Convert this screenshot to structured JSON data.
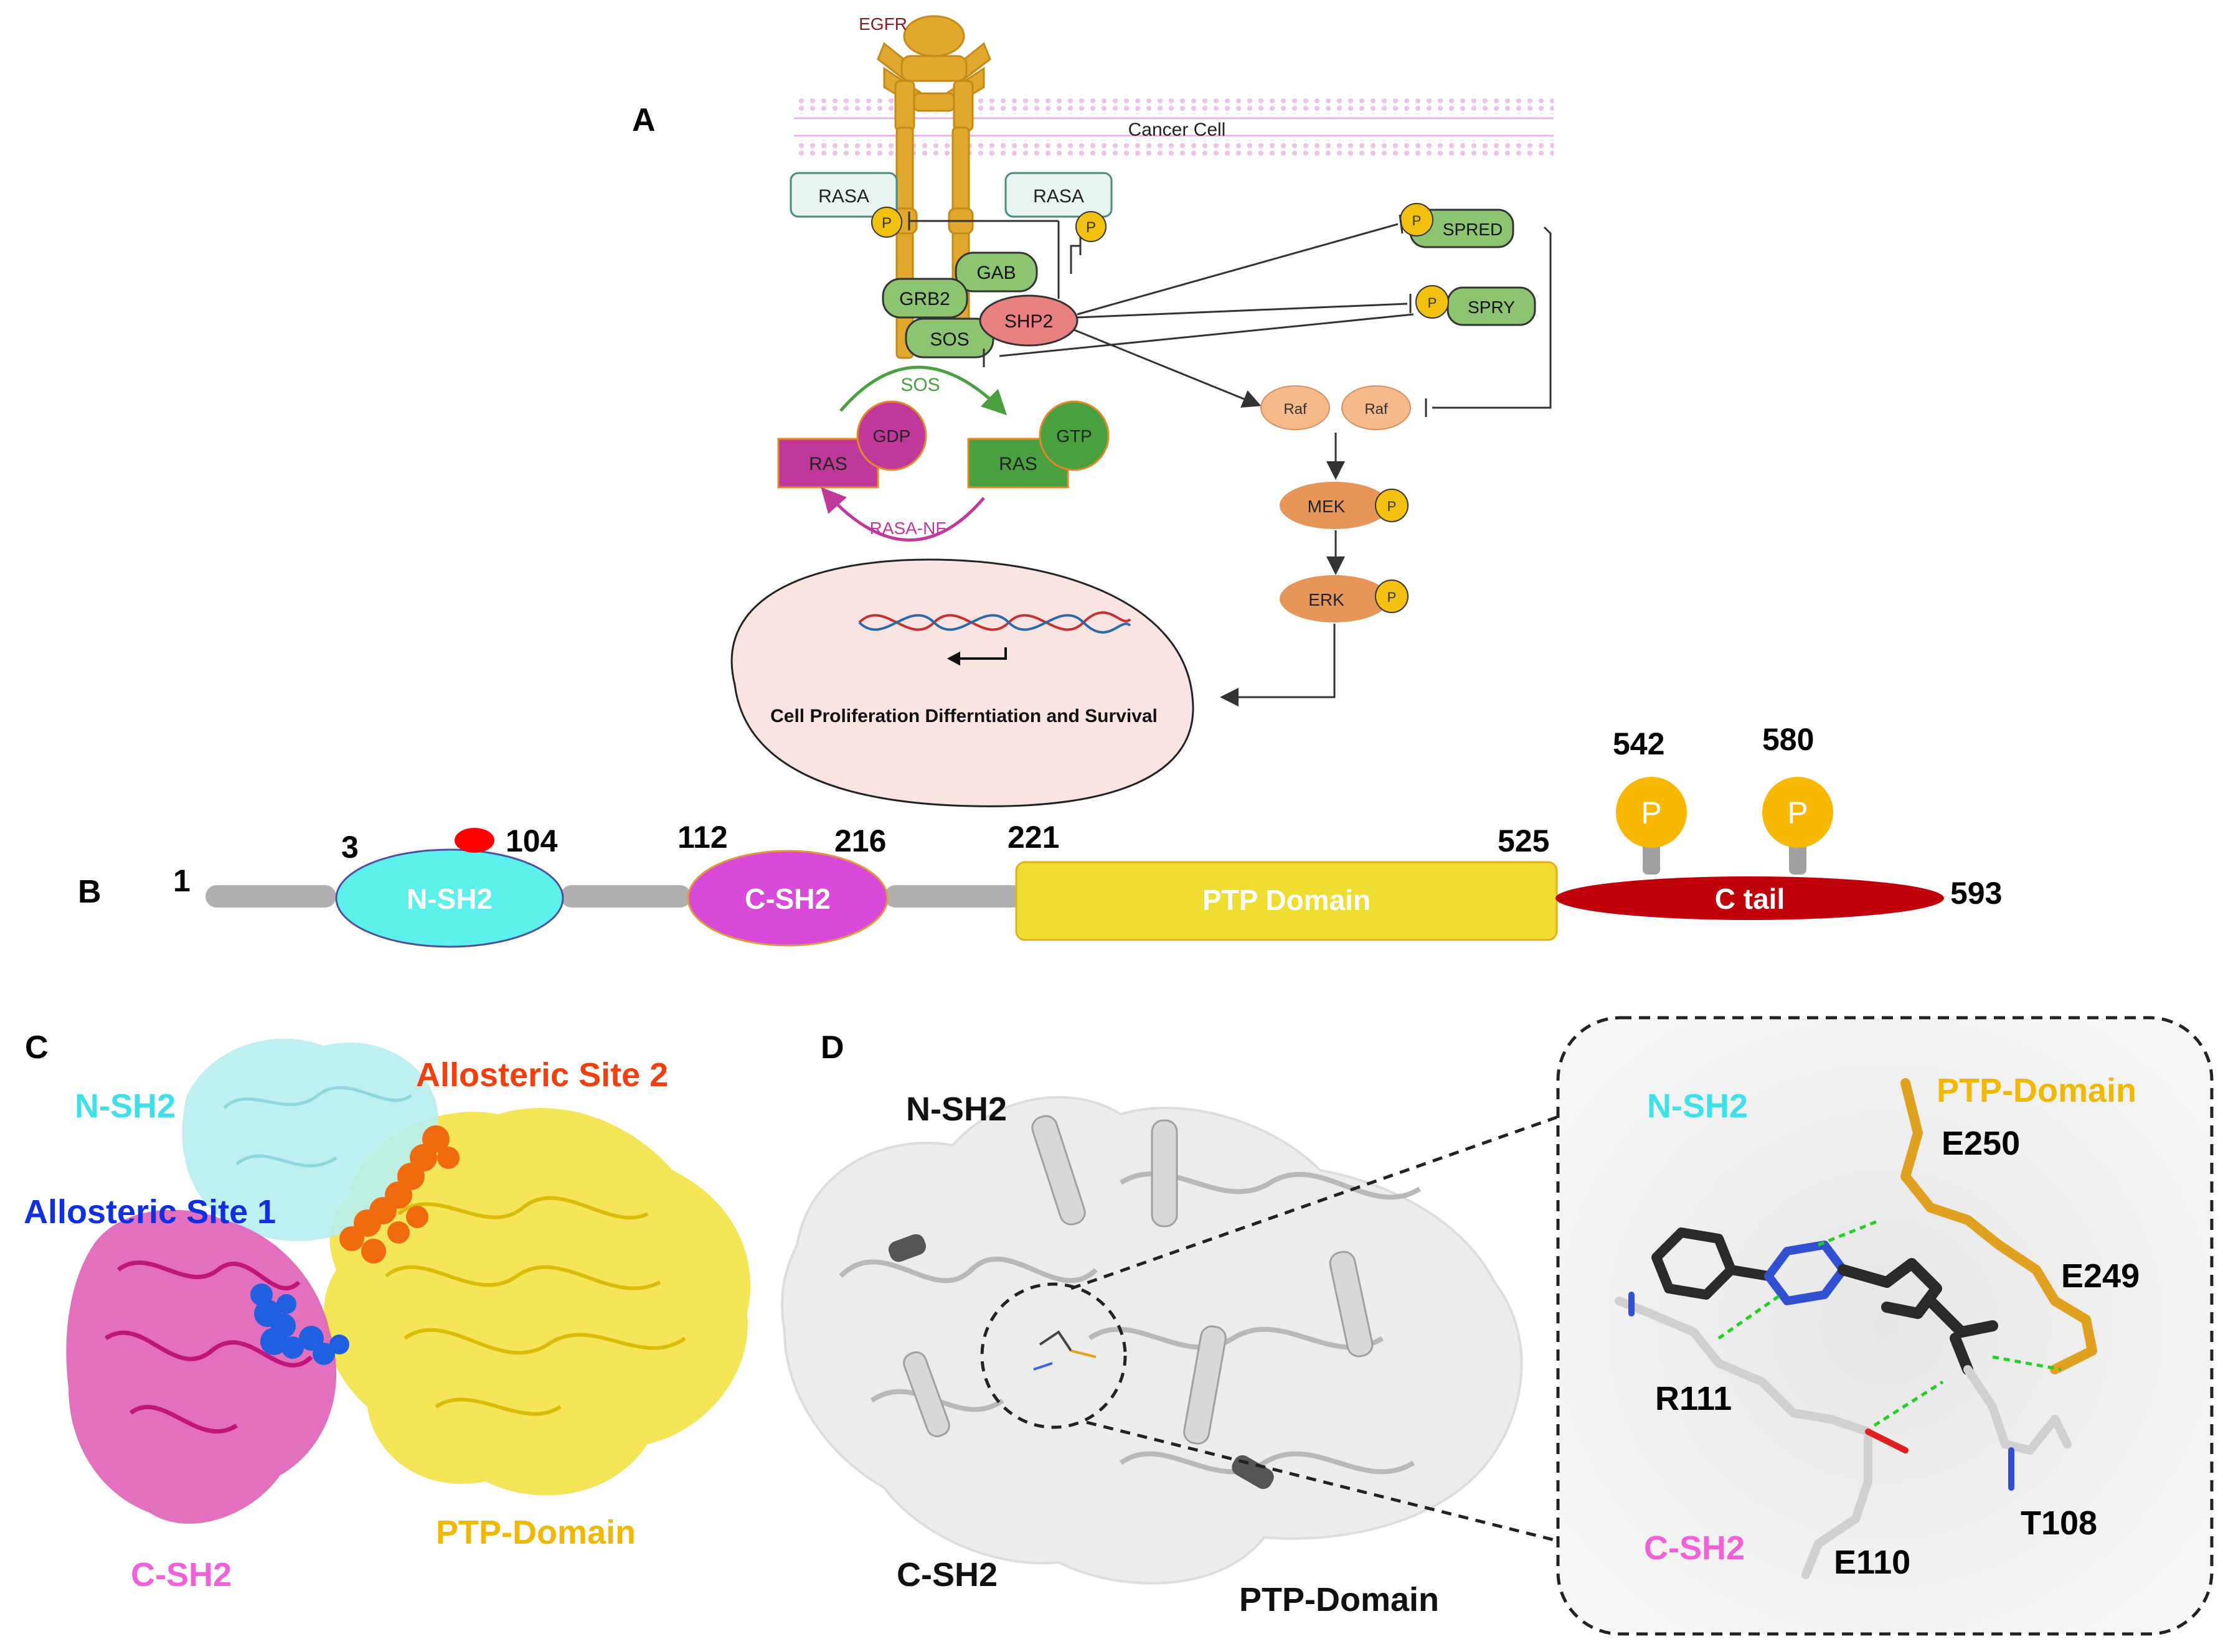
{
  "panels": {
    "a": "A",
    "b": "B",
    "c": "C",
    "d": "D"
  },
  "colors": {
    "egfr": "#e0a82e",
    "membrane": "#e8b4e4",
    "green_node": "#8cc572",
    "shp2": "#e88080",
    "ras_purple": "#c0399a",
    "ras_green": "#4aa040",
    "orange_node": "#e8955a",
    "phospho": "#f2c10f",
    "nsh2": "#5cf0ea",
    "csh2": "#d94ad9",
    "ptp": "#eedc30",
    "ctail": "#c0000a",
    "linker": "#b0b0b0"
  },
  "pathway": {
    "egfr": "EGFR",
    "membrane_label": "Cancer Cell",
    "rasa_left": "RASA",
    "rasa_right": "RASA",
    "p": "P",
    "gab": "GAB",
    "grb2": "GRB2",
    "sos": "SOS",
    "shp2": "SHP2",
    "spred": "SPRED",
    "spry": "SPRY",
    "raf_left": "Raf",
    "raf_right": "Raf",
    "mek": "MEK",
    "erk": "ERK",
    "gdp": "GDP",
    "gtp": "GTP",
    "ras_gdp": "RAS",
    "ras_gtp": "RAS",
    "sos_cycle": "SOS",
    "rasa_nf": "RASA-NF",
    "nucleus_text": "Cell Proliferation  Differntiation and  Survival"
  },
  "domain_map": {
    "positions": [
      "1",
      "3",
      "104",
      "112",
      "216",
      "221",
      "525",
      "593"
    ],
    "phospho_sites": [
      "542",
      "580"
    ],
    "p_label": "P",
    "domains": {
      "nsh2": "N-SH2",
      "csh2": "C-SH2",
      "ptp": "PTP Domain",
      "ctail": "C tail"
    }
  },
  "structure_c": {
    "nsh2": "N-SH2",
    "csh2": "C-SH2",
    "ptp": "PTP-Domain",
    "site1": "Allosteric Site 1",
    "site2": "Allosteric Site 2"
  },
  "structure_d": {
    "nsh2": "N-SH2",
    "csh2": "C-SH2",
    "ptp": "PTP-Domain",
    "inset_nsh2": "N-SH2",
    "inset_csh2": "C-SH2",
    "inset_ptp": "PTP-Domain",
    "residues": [
      "E250",
      "E249",
      "R111",
      "T108",
      "E110"
    ]
  }
}
